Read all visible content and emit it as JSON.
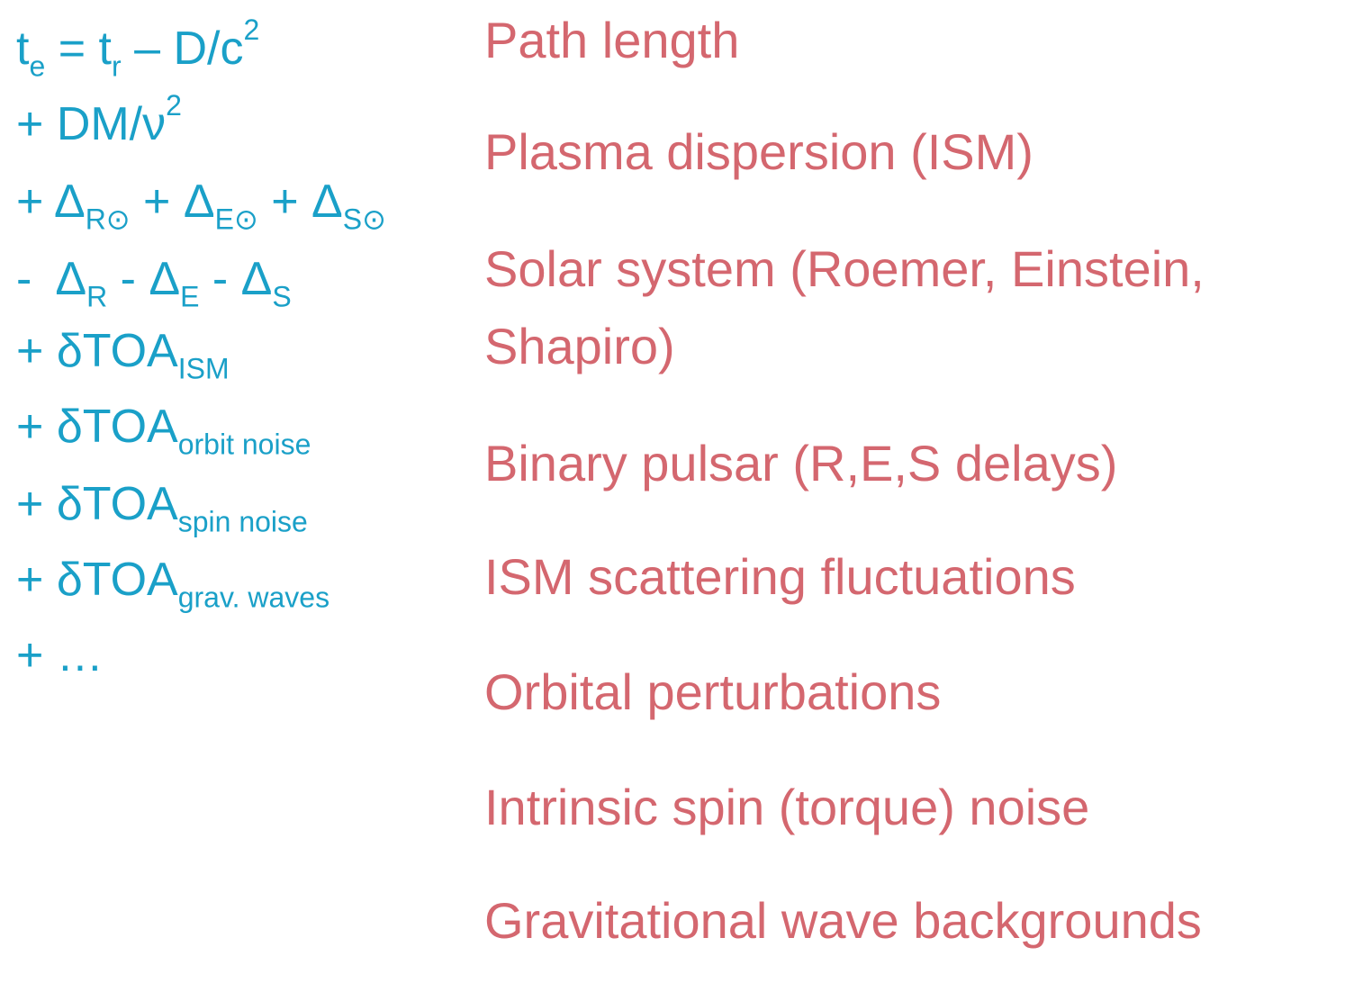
{
  "colors": {
    "equation": "#1aa0c8",
    "description": "#d4676f",
    "background": "#ffffff"
  },
  "equation": {
    "line1": {
      "t": "t",
      "e_sub": "e",
      "eq": " = t",
      "r_sub": "r",
      "rest": " – D/c",
      "sup": "2"
    },
    "line2": {
      "text": "+ DM/ν",
      "sup": "2"
    },
    "line3": {
      "plus1": "+ Δ",
      "sub1": "R⊙",
      "plus2": " + Δ",
      "sub2": "E⊙",
      "plus3": " + Δ",
      "sub3": "S⊙"
    },
    "line4": {
      "dash": "-",
      "d1": "Δ",
      "sub1": "R",
      "m2": " - Δ",
      "sub2": "E",
      "m3": " - Δ",
      "sub3": "S"
    },
    "line5": {
      "text": "+ δTOA",
      "sub": "ISM"
    },
    "line6": {
      "text": "+ δTOA",
      "sub": "orbit noise"
    },
    "line7": {
      "text": "+ δTOA",
      "sub": "spin noise"
    },
    "line8": {
      "text": "+ δTOA",
      "sub": "grav. waves"
    },
    "line9": {
      "text": "+ …"
    }
  },
  "descriptions": [
    "Path length",
    "Plasma dispersion (ISM)",
    "Solar system (Roemer, Einstein,",
    "Shapiro)",
    "Binary pulsar (R,E,S delays)",
    "ISM scattering fluctuations",
    "Orbital perturbations",
    "Intrinsic spin (torque) noise",
    "Gravitational wave backgrounds"
  ]
}
